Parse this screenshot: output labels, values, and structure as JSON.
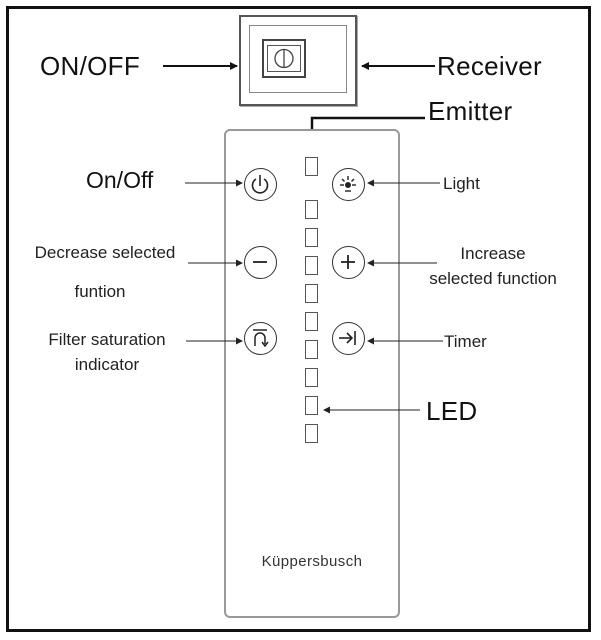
{
  "labels": {
    "onoff_top": "ON/OFF",
    "receiver": "Receiver",
    "emitter": "Emitter",
    "onoff": "On/Off",
    "light": "Light",
    "decrease_line1": "Decrease selected",
    "decrease_line2": "funtion",
    "increase_line1": "Increase",
    "increase_line2": "selected function",
    "filter_line1": "Filter saturation",
    "filter_line2": "indicator",
    "timer": "Timer",
    "led": "LED"
  },
  "remote": {
    "brand": "Küppersbusch",
    "led_count": 10
  },
  "buttons": [
    {
      "id": "power",
      "icon": "power-icon"
    },
    {
      "id": "light",
      "icon": "light-icon"
    },
    {
      "id": "decrease",
      "icon": "minus-icon"
    },
    {
      "id": "increase",
      "icon": "plus-icon"
    },
    {
      "id": "filter",
      "icon": "filter-icon"
    },
    {
      "id": "timer",
      "icon": "timer-icon"
    }
  ]
}
